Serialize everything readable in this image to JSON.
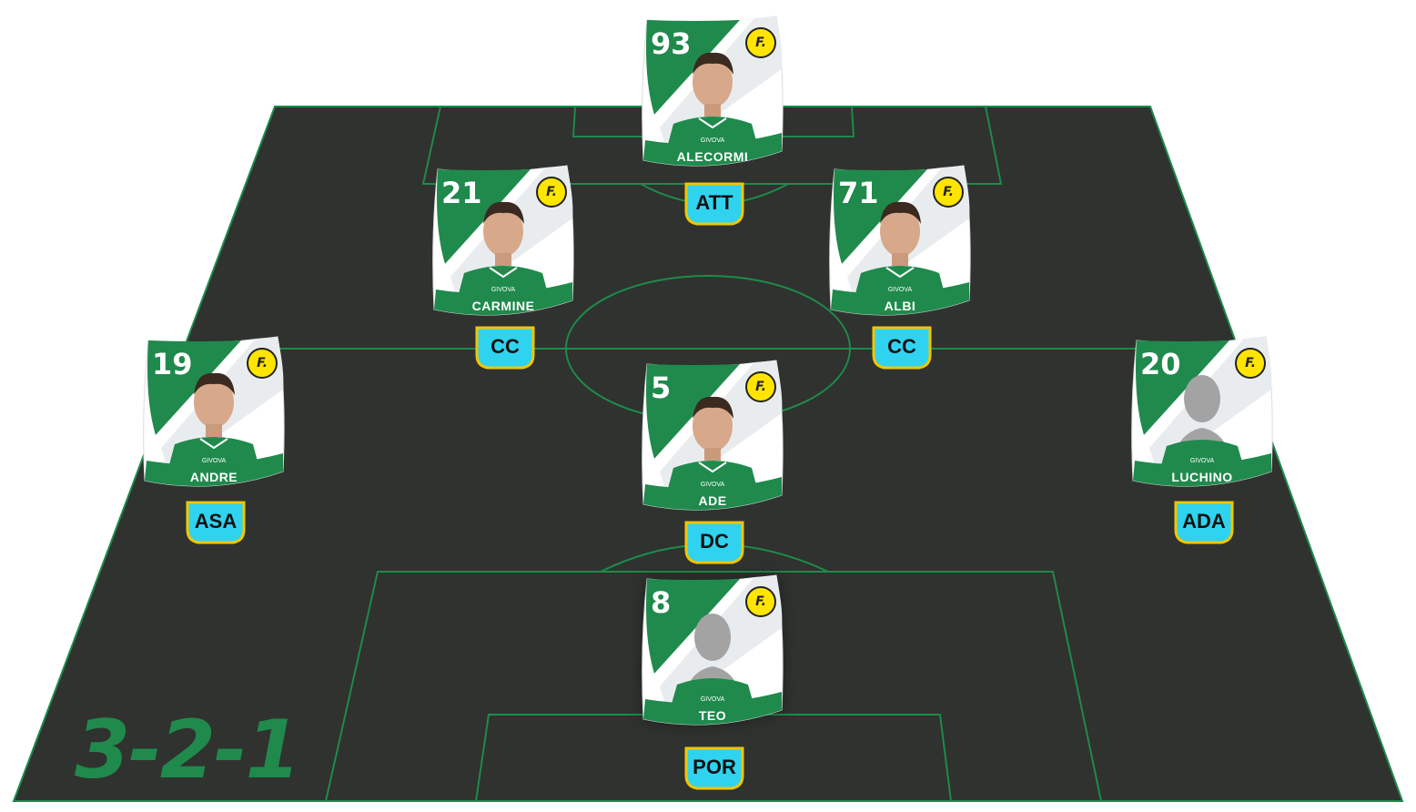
{
  "formation": "3-2-1",
  "colors": {
    "pitch": "#2f322f",
    "lines": "#1e8a4a",
    "card_green": "#1f8a4c",
    "position_badge": "#2fd3f0",
    "badge_border": "#f2c500"
  },
  "players": [
    {
      "id": "alecormi",
      "number": "93",
      "name": "ALECORMI",
      "position": "ATT",
      "photo": "face-icon"
    },
    {
      "id": "carmine",
      "number": "21",
      "name": "CARMINE",
      "position": "CC",
      "photo": "face-icon"
    },
    {
      "id": "albi",
      "number": "71",
      "name": "ALBI",
      "position": "CC",
      "photo": "face-icon"
    },
    {
      "id": "andre",
      "number": "19",
      "name": "ANDRE",
      "position": "ASA",
      "photo": "face-icon"
    },
    {
      "id": "ade",
      "number": "5",
      "name": "ADE",
      "position": "DC",
      "photo": "face-icon"
    },
    {
      "id": "luchino",
      "number": "20",
      "name": "LUCHINO",
      "position": "ADA",
      "photo": "silhouette-icon"
    },
    {
      "id": "teo",
      "number": "8",
      "name": "TEO",
      "position": "POR",
      "photo": "silhouette-icon"
    }
  ],
  "logo_text": "F."
}
